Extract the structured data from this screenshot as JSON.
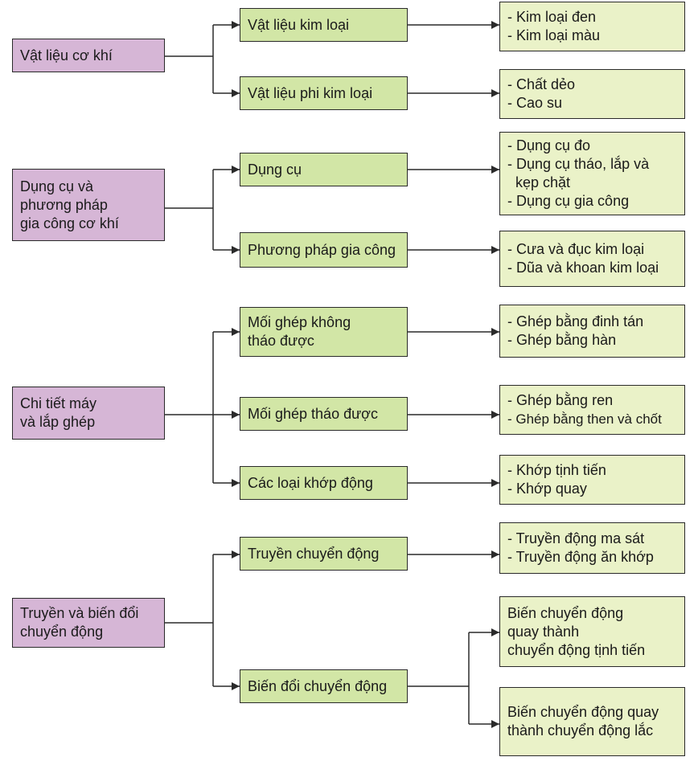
{
  "groups": [
    {
      "root": [
        "Vật liệu cơ khí"
      ],
      "mids": [
        {
          "label": [
            "Vật liệu kim loại"
          ],
          "leaves": [
            [
              "- Kim loại đen",
              "- Kim loại màu"
            ]
          ]
        },
        {
          "label": [
            "Vật liệu phi kim loại"
          ],
          "leaves": [
            [
              "- Chất dẻo",
              "- Cao su"
            ]
          ]
        }
      ]
    },
    {
      "root": [
        "Dụng cụ và",
        "phương pháp",
        "gia công cơ khí"
      ],
      "mids": [
        {
          "label": [
            "Dụng cụ"
          ],
          "leaves": [
            [
              "- Dụng cụ đo",
              "- Dụng cụ tháo, lắp và",
              "  kẹp chặt",
              "- Dụng cụ gia công"
            ]
          ]
        },
        {
          "label": [
            "Phương pháp gia công"
          ],
          "leaves": [
            [
              "- Cưa và đục kim loại",
              "- Dũa và khoan kim loại"
            ]
          ]
        }
      ]
    },
    {
      "root": [
        "Chi tiết máy",
        "và lắp ghép"
      ],
      "mids": [
        {
          "label": [
            "Mối ghép không",
            "tháo được"
          ],
          "leaves": [
            [
              "- Ghép bằng đinh tán",
              "- Ghép bằng hàn"
            ]
          ]
        },
        {
          "label": [
            "Mối ghép tháo được"
          ],
          "leaves": [
            [
              "- Ghép bằng ren",
              "- Ghép bằng then và chốt"
            ]
          ]
        },
        {
          "label": [
            "Các loại khớp động"
          ],
          "leaves": [
            [
              "- Khớp tịnh tiến",
              "- Khớp quay"
            ]
          ]
        }
      ]
    },
    {
      "root": [
        "Truyền và biến đổi",
        "chuyển động"
      ],
      "mids": [
        {
          "label": [
            "Truyền chuyển động"
          ],
          "leaves": [
            [
              "- Truyền động ma sát",
              "- Truyền động ăn khớp"
            ]
          ]
        },
        {
          "label": [
            "Biến đổi chuyển động"
          ],
          "leaves": [
            [
              "Biến chuyển động",
              "quay thành",
              "chuyển động tịnh tiến"
            ],
            [
              "Biến chuyển động quay",
              "thành chuyển động lắc"
            ]
          ]
        }
      ]
    }
  ],
  "colors": {
    "root": "#d6b6d6",
    "mid": "#d2e6a6",
    "leaf": "#eaf2c8",
    "line": "#2a2a2a"
  }
}
